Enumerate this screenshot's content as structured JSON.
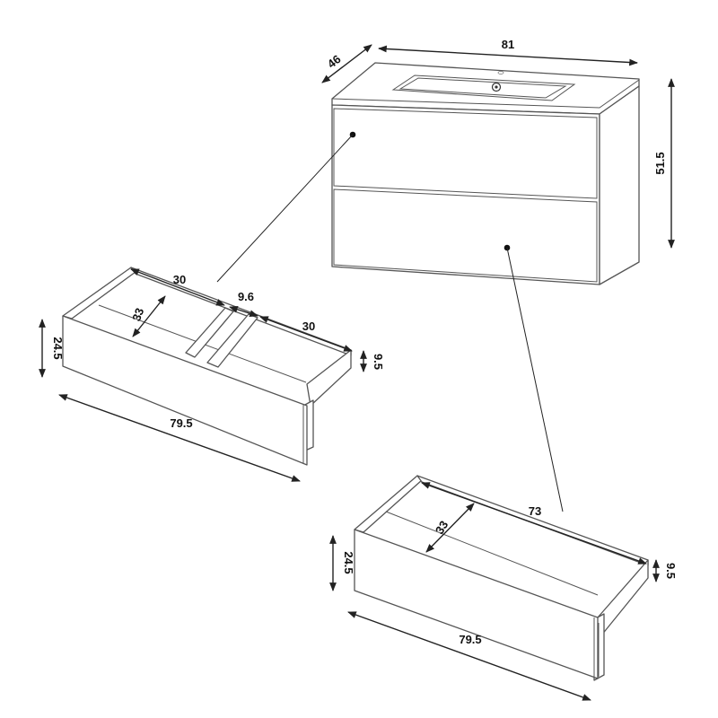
{
  "cabinet": {
    "width": "81",
    "depth": "46",
    "height": "51.5"
  },
  "top_drawer": {
    "compartment_left_width": "30",
    "divider_width": "9.6",
    "compartment_right_width": "30",
    "inner_depth": "33",
    "front_height": "24.5",
    "side_height": "9.5",
    "front_width": "79.5"
  },
  "bottom_drawer": {
    "inner_width": "73",
    "inner_depth": "33",
    "front_height": "24.5",
    "side_height": "9.5",
    "front_width": "79.5"
  },
  "colors": {
    "outline": "#555555",
    "dimension": "#222222",
    "background": "#ffffff"
  }
}
